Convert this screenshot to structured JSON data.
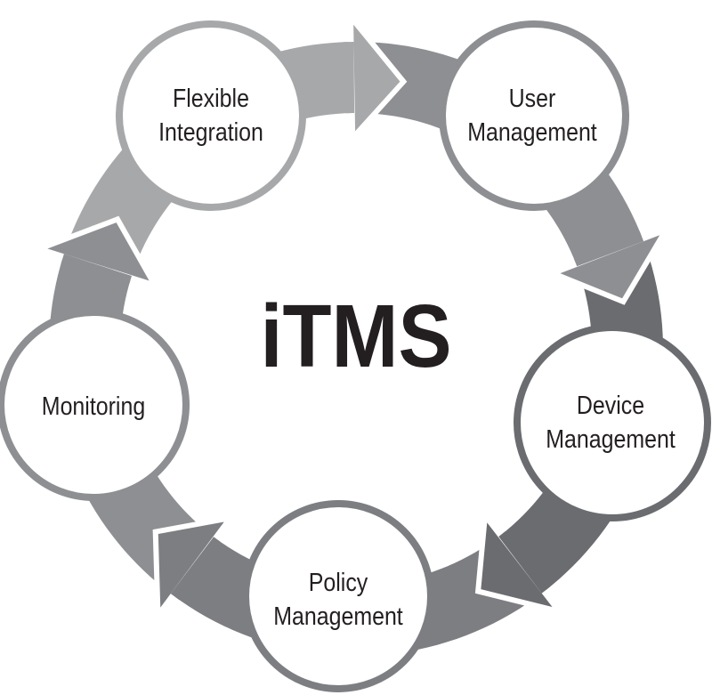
{
  "title": "iTMS",
  "stages": [
    {
      "lines": [
        "Flexible",
        "Integration"
      ],
      "color": "#a7a8aa"
    },
    {
      "lines": [
        "User",
        "Management"
      ],
      "color": "#8e8f93"
    },
    {
      "lines": [
        "Device",
        "Management"
      ],
      "color": "#6b6c70"
    },
    {
      "lines": [
        "Policy",
        "Management"
      ],
      "color": "#7d7e82"
    },
    {
      "lines": [
        "Monitoring"
      ],
      "color": "#8e8f93"
    }
  ],
  "arrow_colors": [
    "#a7a8aa",
    "#8e8f93",
    "#6b6c70",
    "#7d7e82",
    "#8e8f93"
  ]
}
